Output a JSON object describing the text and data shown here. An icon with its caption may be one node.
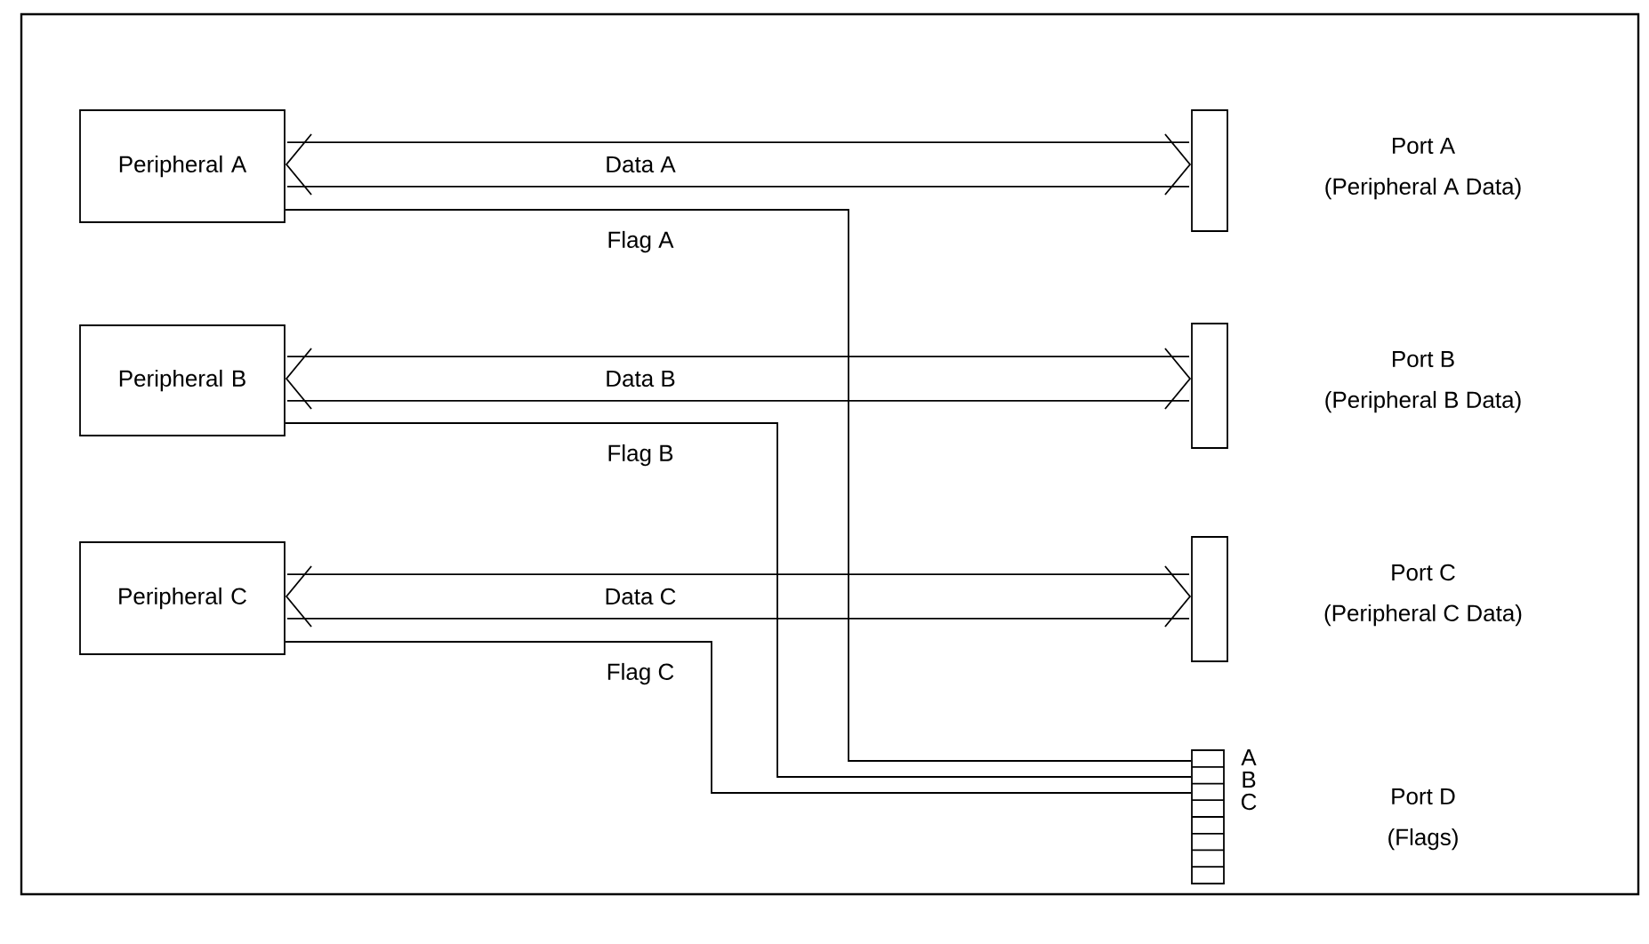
{
  "diagram": {
    "nodes": [
      {
        "text": [
          "Peripheral A"
        ]
      },
      {
        "text": [],
        "shape": "bar",
        "beside": [
          "Port A",
          "(Peripheral A Data)"
        ]
      },
      {
        "text": [
          "Peripheral B"
        ]
      },
      {
        "text": [],
        "shape": "bar",
        "beside": [
          "Port B",
          "(Peripheral B Data)"
        ]
      },
      {
        "text": [
          "Peripheral C"
        ]
      },
      {
        "text": [],
        "shape": "bar",
        "beside": [
          "Port C",
          "(Peripheral C Data)"
        ]
      },
      {
        "text": [],
        "shape": "box",
        "beside": [
          "Port D",
          "(Flags)"
        ]
      }
    ],
    "edges": [
      {
        "from": 0,
        "to": 1,
        "arrow": "both",
        "label": "Data A",
        "style": "thick"
      },
      {
        "from": 0,
        "to": 6,
        "arrow": "none",
        "label": "Flag A"
      },
      {
        "from": 2,
        "to": 3,
        "arrow": "both",
        "label": "Data B",
        "style": "thick"
      },
      {
        "from": 2,
        "to": 6,
        "arrow": "none",
        "label": "Flag B"
      },
      {
        "from": 4,
        "to": 5,
        "arrow": "both",
        "label": "Data C",
        "style": "thick"
      },
      {
        "from": 4,
        "to": 6,
        "arrow": "none",
        "label": "Flag C"
      }
    ],
    "labels": [
      "A",
      "B",
      "C"
    ]
  }
}
